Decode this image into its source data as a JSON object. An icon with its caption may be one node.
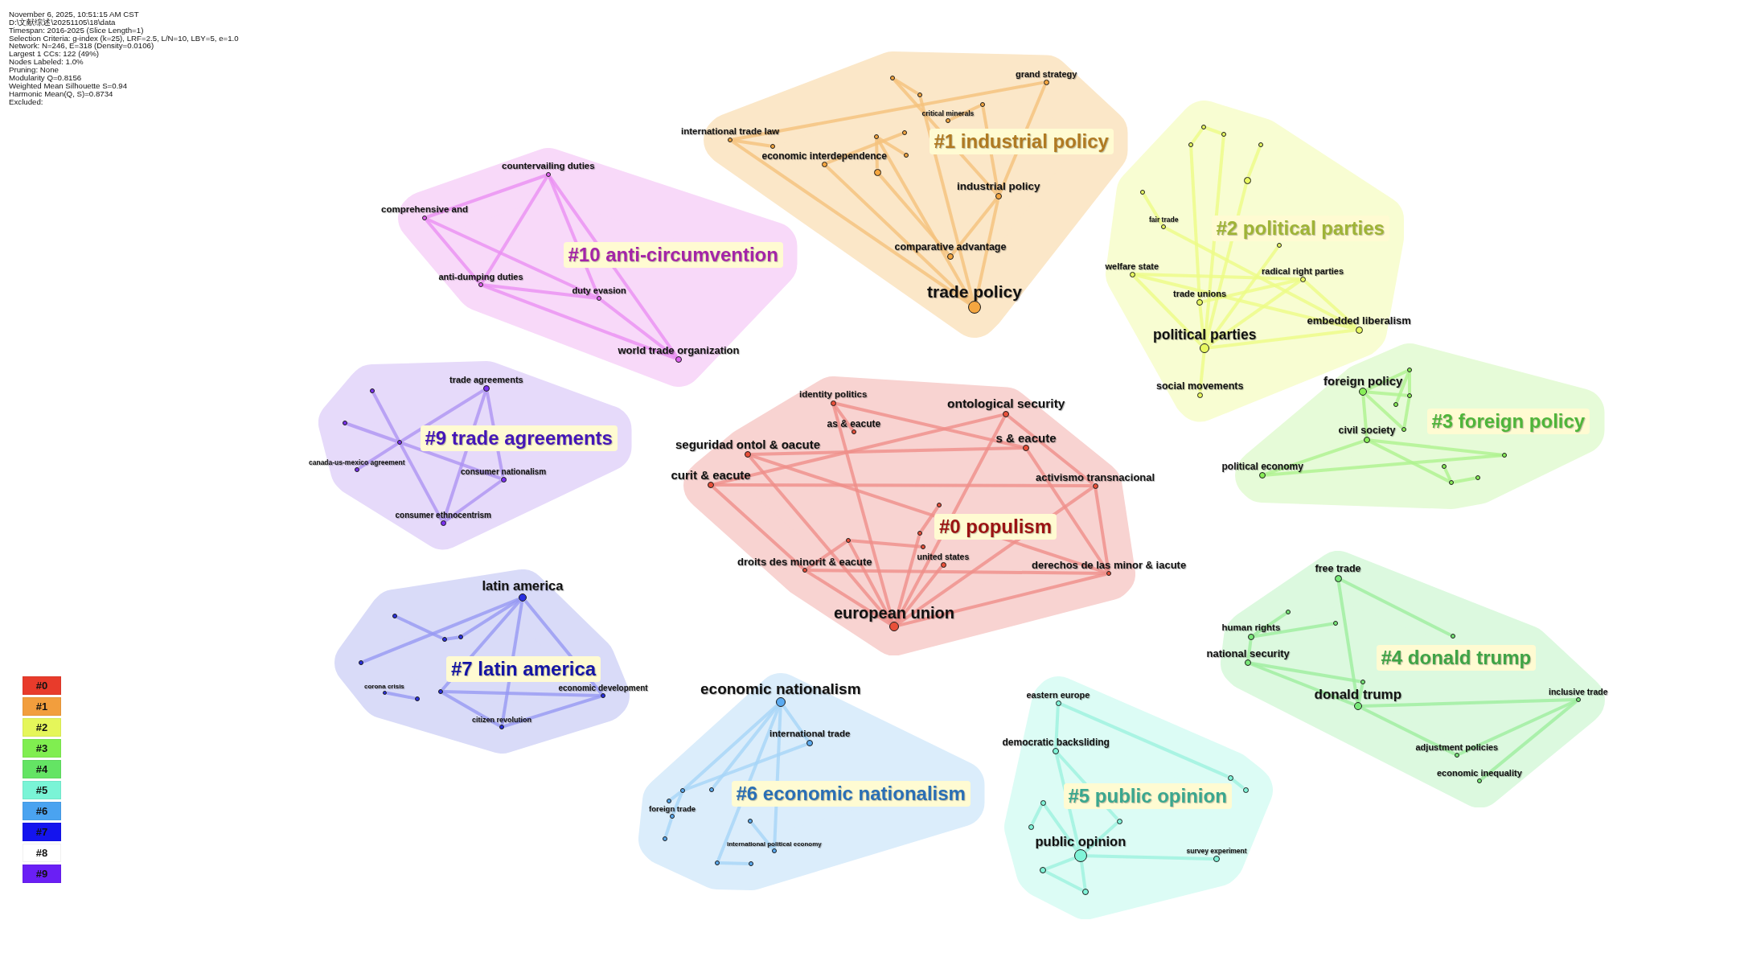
{
  "diagram": {
    "nodes": [
      {
        "text": [
          "#1 industrial policy"
        ]
      },
      {
        "text": [],
        "shape": "circle",
        "in": 0
      },
      {
        "text": [
          "grand strategy"
        ],
        "in": 0
      },
      {
        "text": [],
        "shape": "circle",
        "in": 0
      },
      {
        "text": [],
        "shape": "circle",
        "in": 0
      },
      {
        "text": [
          "critical minerals"
        ],
        "in": 0
      },
      {
        "text": [],
        "shape": "circle",
        "in": 0
      },
      {
        "text": [],
        "shape": "circle",
        "in": 0
      },
      {
        "text": [
          "international trade law"
        ],
        "in": 0
      },
      {
        "text": [],
        "shape": "circle",
        "in": 0
      },
      {
        "text": [],
        "shape": "circle",
        "in": 0
      },
      {
        "text": [
          "economic interdependence"
        ],
        "in": 0
      },
      {
        "text": [],
        "shape": "circle",
        "in": 0
      },
      {
        "text": [
          "industrial policy"
        ],
        "in": 0
      },
      {
        "text": [
          "comparative advantage"
        ],
        "in": 0
      },
      {
        "text": [
          "trade policy"
        ],
        "in": 0
      },
      {
        "text": [
          "#10 anti-circumvention"
        ]
      },
      {
        "text": [
          "countervailing duties"
        ],
        "in": 16
      },
      {
        "text": [
          "comprehensive and"
        ],
        "in": 16
      },
      {
        "text": [
          "anti-dumping duties"
        ],
        "in": 16
      },
      {
        "text": [
          "duty evasion"
        ],
        "in": 16
      },
      {
        "text": [
          "world trade organization"
        ],
        "in": 16
      },
      {
        "text": [
          "#2 political parties"
        ]
      },
      {
        "text": [],
        "shape": "circle",
        "in": 22
      },
      {
        "text": [],
        "shape": "circle",
        "in": 22
      },
      {
        "text": [],
        "shape": "circle",
        "in": 22
      },
      {
        "text": [],
        "shape": "circle",
        "in": 22
      },
      {
        "text": [],
        "shape": "circle",
        "in": 22
      },
      {
        "text": [],
        "shape": "circle",
        "in": 22
      },
      {
        "text": [
          "fair trade"
        ],
        "in": 22
      },
      {
        "text": [],
        "shape": "circle",
        "in": 22
      },
      {
        "text": [
          "welfare state"
        ],
        "in": 22
      },
      {
        "text": [
          "radical right parties"
        ],
        "in": 22
      },
      {
        "text": [
          "trade unions"
        ],
        "in": 22
      },
      {
        "text": [
          "embedded liberalism"
        ],
        "in": 22
      },
      {
        "text": [
          "political parties"
        ],
        "in": 22
      },
      {
        "text": [
          "social movements"
        ],
        "in": 22
      },
      {
        "text": [
          "#9 trade agreements"
        ]
      },
      {
        "text": [],
        "shape": "circle",
        "in": 37
      },
      {
        "text": [
          "trade agreements"
        ],
        "in": 37
      },
      {
        "text": [],
        "shape": "circle",
        "in": 37
      },
      {
        "text": [],
        "shape": "circle",
        "in": 37
      },
      {
        "text": [
          "canada-us-mexico agreement"
        ],
        "in": 37
      },
      {
        "text": [
          "consumer nationalism"
        ],
        "in": 37
      },
      {
        "text": [
          "consumer ethnocentrism"
        ],
        "in": 37
      },
      {
        "text": [
          "#0 populism"
        ]
      },
      {
        "text": [
          "identity politics"
        ],
        "in": 45
      },
      {
        "text": [
          "ontological security"
        ],
        "in": 45
      },
      {
        "text": [
          "as & eacute"
        ],
        "in": 45
      },
      {
        "text": [
          "s & eacute"
        ],
        "in": 45
      },
      {
        "text": [
          "seguridad ontol & oacute"
        ],
        "in": 45
      },
      {
        "text": [
          "curit & eacute"
        ],
        "in": 45
      },
      {
        "text": [
          "activismo transnacional"
        ],
        "in": 45
      },
      {
        "text": [],
        "shape": "circle",
        "in": 45
      },
      {
        "text": [],
        "shape": "circle",
        "in": 45
      },
      {
        "text": [],
        "shape": "circle",
        "in": 45
      },
      {
        "text": [],
        "shape": "circle",
        "in": 45
      },
      {
        "text": [
          "united states"
        ],
        "in": 45
      },
      {
        "text": [
          "droits des minorit & eacute"
        ],
        "in": 45
      },
      {
        "text": [
          "derechos de las minor & iacute"
        ],
        "in": 45
      },
      {
        "text": [
          "european union"
        ],
        "in": 45
      },
      {
        "text": [
          "#3 foreign policy"
        ]
      },
      {
        "text": [],
        "shape": "circle",
        "in": 61
      },
      {
        "text": [
          "foreign policy"
        ],
        "in": 61
      },
      {
        "text": [],
        "shape": "circle",
        "in": 61
      },
      {
        "text": [],
        "shape": "circle",
        "in": 61
      },
      {
        "text": [],
        "shape": "circle",
        "in": 61
      },
      {
        "text": [
          "civil society"
        ],
        "in": 61
      },
      {
        "text": [],
        "shape": "circle",
        "in": 61
      },
      {
        "text": [],
        "shape": "circle",
        "in": 61
      },
      {
        "text": [
          "political economy"
        ],
        "in": 61
      },
      {
        "text": [],
        "shape": "circle",
        "in": 61
      },
      {
        "text": [],
        "shape": "circle",
        "in": 61
      },
      {
        "text": [
          "#7 latin america"
        ]
      },
      {
        "text": [
          "latin america"
        ],
        "in": 73
      },
      {
        "text": [],
        "shape": "circle",
        "in": 73
      },
      {
        "text": [],
        "shape": "circle",
        "in": 73
      },
      {
        "text": [],
        "shape": "circle",
        "in": 73
      },
      {
        "text": [],
        "shape": "circle",
        "in": 73
      },
      {
        "text": [],
        "shape": "circle",
        "in": 73
      },
      {
        "text": [
          "corona crisis"
        ],
        "in": 73
      },
      {
        "text": [
          "economic development"
        ],
        "in": 73
      },
      {
        "text": [],
        "shape": "circle",
        "in": 73
      },
      {
        "text": [
          "citizen revolution"
        ],
        "in": 73
      },
      {
        "text": [
          "#4 donald trump"
        ]
      },
      {
        "text": [
          "free trade"
        ],
        "in": 84
      },
      {
        "text": [],
        "shape": "circle",
        "in": 84
      },
      {
        "text": [],
        "shape": "circle",
        "in": 84
      },
      {
        "text": [
          "human rights"
        ],
        "in": 84
      },
      {
        "text": [],
        "shape": "circle",
        "in": 84
      },
      {
        "text": [
          "national security"
        ],
        "in": 84
      },
      {
        "text": [],
        "shape": "circle",
        "in": 84
      },
      {
        "text": [
          "inclusive trade"
        ],
        "in": 84
      },
      {
        "text": [
          "donald trump"
        ],
        "in": 84
      },
      {
        "text": [
          "adjustment policies"
        ],
        "in": 84
      },
      {
        "text": [
          "economic inequality"
        ],
        "in": 84
      },
      {
        "text": [
          "#6 economic nationalism"
        ]
      },
      {
        "text": [
          "economic nationalism"
        ],
        "in": 96
      },
      {
        "text": [
          "international trade"
        ],
        "in": 96
      },
      {
        "text": [],
        "shape": "circle",
        "in": 96
      },
      {
        "text": [],
        "shape": "circle",
        "in": 96
      },
      {
        "text": [],
        "shape": "circle",
        "in": 96
      },
      {
        "text": [
          "foreign trade"
        ],
        "in": 96
      },
      {
        "text": [],
        "shape": "circle",
        "in": 96
      },
      {
        "text": [],
        "shape": "circle",
        "in": 96
      },
      {
        "text": [
          "international political economy"
        ],
        "in": 96
      },
      {
        "text": [],
        "shape": "circle",
        "in": 96
      },
      {
        "text": [],
        "shape": "circle",
        "in": 96
      },
      {
        "text": [
          "#5 public opinion"
        ]
      },
      {
        "text": [
          "eastern europe"
        ],
        "in": 108
      },
      {
        "text": [
          "democratic backsliding"
        ],
        "in": 108
      },
      {
        "text": [],
        "shape": "circle",
        "in": 108
      },
      {
        "text": [],
        "shape": "circle",
        "in": 108
      },
      {
        "text": [],
        "shape": "circle",
        "in": 108
      },
      {
        "text": [],
        "shape": "circle",
        "in": 108
      },
      {
        "text": [],
        "shape": "circle",
        "in": 108
      },
      {
        "text": [
          "public opinion"
        ],
        "in": 108
      },
      {
        "text": [
          "survey experiment"
        ],
        "in": 108
      },
      {
        "text": [],
        "shape": "circle",
        "in": 108
      },
      {
        "text": [],
        "shape": "circle",
        "in": 108
      }
    ],
    "edges": [
      {
        "from": 15,
        "to": 8,
        "arrow": "none",
        "color": "#f5c27c"
      },
      {
        "from": 15,
        "to": 11,
        "arrow": "none",
        "color": "#f5c27c"
      },
      {
        "from": 15,
        "to": 7,
        "arrow": "none",
        "color": "#f5c27c"
      },
      {
        "from": 15,
        "to": 3,
        "arrow": "none",
        "color": "#f5c27c"
      },
      {
        "from": 15,
        "to": 13,
        "arrow": "none",
        "color": "#f5c27c"
      },
      {
        "from": 8,
        "to": 2,
        "arrow": "none",
        "color": "#f5c27c"
      },
      {
        "from": 8,
        "to": 9,
        "arrow": "none",
        "color": "#f5c27c"
      },
      {
        "from": 11,
        "to": 6,
        "arrow": "none",
        "color": "#f5c27c"
      },
      {
        "from": 7,
        "to": 12,
        "arrow": "none",
        "color": "#f5c27c"
      },
      {
        "from": 7,
        "to": 10,
        "arrow": "none",
        "color": "#f5c27c"
      },
      {
        "from": 12,
        "to": 14,
        "arrow": "none",
        "color": "#f5c27c"
      },
      {
        "from": 14,
        "to": 13,
        "arrow": "none",
        "color": "#f5c27c"
      },
      {
        "from": 4,
        "to": 5,
        "arrow": "none",
        "color": "#f5c27c"
      },
      {
        "from": 4,
        "to": 13,
        "arrow": "none",
        "color": "#f5c27c"
      },
      {
        "from": 13,
        "to": 1,
        "arrow": "none",
        "color": "#f5c27c"
      },
      {
        "from": 13,
        "to": 2,
        "arrow": "none",
        "color": "#f5c27c"
      },
      {
        "from": 1,
        "to": 3,
        "arrow": "none",
        "color": "#f5c27c"
      },
      {
        "from": 17,
        "to": 18,
        "arrow": "none",
        "color": "#ea8ef2"
      },
      {
        "from": 17,
        "to": 19,
        "arrow": "none",
        "color": "#ea8ef2"
      },
      {
        "from": 17,
        "to": 21,
        "arrow": "none",
        "color": "#ea8ef2"
      },
      {
        "from": 17,
        "to": 20,
        "arrow": "none",
        "color": "#ea8ef2"
      },
      {
        "from": 18,
        "to": 19,
        "arrow": "none",
        "color": "#ea8ef2"
      },
      {
        "from": 18,
        "to": 20,
        "arrow": "none",
        "color": "#ea8ef2"
      },
      {
        "from": 19,
        "to": 20,
        "arrow": "none",
        "color": "#ea8ef2"
      },
      {
        "from": 19,
        "to": 21,
        "arrow": "none",
        "color": "#ea8ef2"
      },
      {
        "from": 20,
        "to": 21,
        "arrow": "none",
        "color": "#ea8ef2"
      },
      {
        "from": 35,
        "to": 24,
        "arrow": "none",
        "color": "#ecfb86"
      },
      {
        "from": 35,
        "to": 27,
        "arrow": "none",
        "color": "#ecfb86"
      },
      {
        "from": 35,
        "to": 31,
        "arrow": "none",
        "color": "#ecfb86"
      },
      {
        "from": 35,
        "to": 32,
        "arrow": "none",
        "color": "#ecfb86"
      },
      {
        "from": 35,
        "to": 33,
        "arrow": "none",
        "color": "#ecfb86"
      },
      {
        "from": 35,
        "to": 34,
        "arrow": "none",
        "color": "#ecfb86"
      },
      {
        "from": 35,
        "to": 36,
        "arrow": "none",
        "color": "#ecfb86"
      },
      {
        "from": 35,
        "to": 30,
        "arrow": "none",
        "color": "#ecfb86"
      },
      {
        "from": 23,
        "to": 24,
        "arrow": "none",
        "color": "#ecfb86"
      },
      {
        "from": 23,
        "to": 25,
        "arrow": "none",
        "color": "#ecfb86"
      },
      {
        "from": 26,
        "to": 27,
        "arrow": "none",
        "color": "#ecfb86"
      },
      {
        "from": 28,
        "to": 29,
        "arrow": "none",
        "color": "#ecfb86"
      },
      {
        "from": 29,
        "to": 34,
        "arrow": "none",
        "color": "#ecfb86"
      },
      {
        "from": 31,
        "to": 32,
        "arrow": "none",
        "color": "#ecfb86"
      },
      {
        "from": 31,
        "to": 34,
        "arrow": "none",
        "color": "#ecfb86"
      },
      {
        "from": 32,
        "to": 34,
        "arrow": "none",
        "color": "#ecfb86"
      },
      {
        "from": 32,
        "to": 33,
        "arrow": "none",
        "color": "#ecfb86"
      },
      {
        "from": 33,
        "to": 25,
        "arrow": "none",
        "color": "#ecfb86"
      },
      {
        "from": 39,
        "to": 41,
        "arrow": "none",
        "color": "#ae94f3"
      },
      {
        "from": 39,
        "to": 43,
        "arrow": "none",
        "color": "#ae94f3"
      },
      {
        "from": 39,
        "to": 44,
        "arrow": "none",
        "color": "#ae94f3"
      },
      {
        "from": 38,
        "to": 41,
        "arrow": "none",
        "color": "#ae94f3"
      },
      {
        "from": 41,
        "to": 44,
        "arrow": "none",
        "color": "#ae94f3"
      },
      {
        "from": 40,
        "to": 41,
        "arrow": "none",
        "color": "#ae94f3"
      },
      {
        "from": 41,
        "to": 42,
        "arrow": "none",
        "color": "#ae94f3"
      },
      {
        "from": 41,
        "to": 43,
        "arrow": "none",
        "color": "#ae94f3"
      },
      {
        "from": 43,
        "to": 44,
        "arrow": "none",
        "color": "#ae94f3"
      },
      {
        "from": 60,
        "to": 50,
        "arrow": "none",
        "color": "#ef8e89"
      },
      {
        "from": 60,
        "to": 46,
        "arrow": "none",
        "color": "#ef8e89"
      },
      {
        "from": 60,
        "to": 54,
        "arrow": "none",
        "color": "#ef8e89"
      },
      {
        "from": 60,
        "to": 47,
        "arrow": "none",
        "color": "#ef8e89"
      },
      {
        "from": 60,
        "to": 57,
        "arrow": "none",
        "color": "#ef8e89"
      },
      {
        "from": 60,
        "to": 58,
        "arrow": "none",
        "color": "#ef8e89"
      },
      {
        "from": 60,
        "to": 59,
        "arrow": "none",
        "color": "#ef8e89"
      },
      {
        "from": 60,
        "to": 52,
        "arrow": "none",
        "color": "#ef8e89"
      },
      {
        "from": 60,
        "to": 55,
        "arrow": "none",
        "color": "#ef8e89"
      },
      {
        "from": 50,
        "to": 49,
        "arrow": "none",
        "color": "#ef8e89"
      },
      {
        "from": 50,
        "to": 59,
        "arrow": "none",
        "color": "#ef8e89"
      },
      {
        "from": 51,
        "to": 47,
        "arrow": "none",
        "color": "#ef8e89"
      },
      {
        "from": 51,
        "to": 58,
        "arrow": "none",
        "color": "#ef8e89"
      },
      {
        "from": 51,
        "to": 52,
        "arrow": "none",
        "color": "#ef8e89"
      },
      {
        "from": 46,
        "to": 48,
        "arrow": "none",
        "color": "#ef8e89"
      },
      {
        "from": 46,
        "to": 49,
        "arrow": "none",
        "color": "#ef8e89"
      },
      {
        "from": 47,
        "to": 52,
        "arrow": "none",
        "color": "#ef8e89"
      },
      {
        "from": 49,
        "to": 59,
        "arrow": "none",
        "color": "#ef8e89"
      },
      {
        "from": 52,
        "to": 59,
        "arrow": "none",
        "color": "#ef8e89"
      },
      {
        "from": 58,
        "to": 59,
        "arrow": "none",
        "color": "#ef8e89"
      },
      {
        "from": 58,
        "to": 55,
        "arrow": "none",
        "color": "#ef8e89"
      },
      {
        "from": 55,
        "to": 56,
        "arrow": "none",
        "color": "#ef8e89"
      },
      {
        "from": 53,
        "to": 54,
        "arrow": "none",
        "color": "#ef8e89"
      },
      {
        "from": 63,
        "to": 62,
        "arrow": "none",
        "color": "#aef28f"
      },
      {
        "from": 63,
        "to": 65,
        "arrow": "none",
        "color": "#aef28f"
      },
      {
        "from": 63,
        "to": 67,
        "arrow": "none",
        "color": "#aef28f"
      },
      {
        "from": 63,
        "to": 66,
        "arrow": "none",
        "color": "#aef28f"
      },
      {
        "from": 65,
        "to": 66,
        "arrow": "none",
        "color": "#aef28f"
      },
      {
        "from": 62,
        "to": 65,
        "arrow": "none",
        "color": "#aef28f"
      },
      {
        "from": 64,
        "to": 62,
        "arrow": "none",
        "color": "#aef28f"
      },
      {
        "from": 67,
        "to": 70,
        "arrow": "none",
        "color": "#aef28f"
      },
      {
        "from": 67,
        "to": 68,
        "arrow": "none",
        "color": "#aef28f"
      },
      {
        "from": 67,
        "to": 72,
        "arrow": "none",
        "color": "#aef28f"
      },
      {
        "from": 69,
        "to": 72,
        "arrow": "none",
        "color": "#aef28f"
      },
      {
        "from": 72,
        "to": 71,
        "arrow": "none",
        "color": "#aef28f"
      },
      {
        "from": 70,
        "to": 68,
        "arrow": "none",
        "color": "#aef28f"
      },
      {
        "from": 74,
        "to": 77,
        "arrow": "none",
        "color": "#9699f3"
      },
      {
        "from": 74,
        "to": 78,
        "arrow": "none",
        "color": "#9699f3"
      },
      {
        "from": 74,
        "to": 79,
        "arrow": "none",
        "color": "#9699f3"
      },
      {
        "from": 74,
        "to": 83,
        "arrow": "none",
        "color": "#9699f3"
      },
      {
        "from": 74,
        "to": 81,
        "arrow": "none",
        "color": "#9699f3"
      },
      {
        "from": 75,
        "to": 76,
        "arrow": "none",
        "color": "#9699f3"
      },
      {
        "from": 76,
        "to": 77,
        "arrow": "none",
        "color": "#9699f3"
      },
      {
        "from": 80,
        "to": 82,
        "arrow": "none",
        "color": "#9699f3"
      },
      {
        "from": 79,
        "to": 81,
        "arrow": "none",
        "color": "#9699f3"
      },
      {
        "from": 79,
        "to": 83,
        "arrow": "none",
        "color": "#9699f3"
      },
      {
        "from": 83,
        "to": 81,
        "arrow": "none",
        "color": "#9699f3"
      },
      {
        "from": 85,
        "to": 89,
        "arrow": "none",
        "color": "#9eee9e"
      },
      {
        "from": 85,
        "to": 93,
        "arrow": "none",
        "color": "#9eee9e"
      },
      {
        "from": 88,
        "to": 86,
        "arrow": "none",
        "color": "#9eee9e"
      },
      {
        "from": 88,
        "to": 87,
        "arrow": "none",
        "color": "#9eee9e"
      },
      {
        "from": 88,
        "to": 90,
        "arrow": "none",
        "color": "#9eee9e"
      },
      {
        "from": 90,
        "to": 93,
        "arrow": "none",
        "color": "#9eee9e"
      },
      {
        "from": 90,
        "to": 91,
        "arrow": "none",
        "color": "#9eee9e"
      },
      {
        "from": 93,
        "to": 91,
        "arrow": "none",
        "color": "#9eee9e"
      },
      {
        "from": 93,
        "to": 92,
        "arrow": "none",
        "color": "#9eee9e"
      },
      {
        "from": 93,
        "to": 94,
        "arrow": "none",
        "color": "#9eee9e"
      },
      {
        "from": 92,
        "to": 94,
        "arrow": "none",
        "color": "#9eee9e"
      },
      {
        "from": 92,
        "to": 95,
        "arrow": "none",
        "color": "#9eee9e"
      },
      {
        "from": 97,
        "to": 98,
        "arrow": "none",
        "color": "#a6d5f8"
      },
      {
        "from": 97,
        "to": 100,
        "arrow": "none",
        "color": "#a6d5f8"
      },
      {
        "from": 97,
        "to": 99,
        "arrow": "none",
        "color": "#a6d5f8"
      },
      {
        "from": 97,
        "to": 105,
        "arrow": "none",
        "color": "#a6d5f8"
      },
      {
        "from": 97,
        "to": 106,
        "arrow": "none",
        "color": "#a6d5f8"
      },
      {
        "from": 98,
        "to": 100,
        "arrow": "none",
        "color": "#a6d5f8"
      },
      {
        "from": 100,
        "to": 101,
        "arrow": "none",
        "color": "#a6d5f8"
      },
      {
        "from": 100,
        "to": 102,
        "arrow": "none",
        "color": "#a6d5f8"
      },
      {
        "from": 102,
        "to": 104,
        "arrow": "none",
        "color": "#a6d5f8"
      },
      {
        "from": 103,
        "to": 105,
        "arrow": "none",
        "color": "#a6d5f8"
      },
      {
        "from": 106,
        "to": 107,
        "arrow": "none",
        "color": "#a6d5f8"
      },
      {
        "from": 109,
        "to": 111,
        "arrow": "none",
        "color": "#9cf1df"
      },
      {
        "from": 111,
        "to": 112,
        "arrow": "none",
        "color": "#9cf1df"
      },
      {
        "from": 109,
        "to": 110,
        "arrow": "none",
        "color": "#9cf1df"
      },
      {
        "from": 110,
        "to": 116,
        "arrow": "none",
        "color": "#9cf1df"
      },
      {
        "from": 110,
        "to": 114,
        "arrow": "none",
        "color": "#9cf1df"
      },
      {
        "from": 116,
        "to": 113,
        "arrow": "none",
        "color": "#9cf1df"
      },
      {
        "from": 113,
        "to": 115,
        "arrow": "none",
        "color": "#9cf1df"
      },
      {
        "from": 116,
        "to": 114,
        "arrow": "none",
        "color": "#9cf1df"
      },
      {
        "from": 116,
        "to": 117,
        "arrow": "none",
        "color": "#9cf1df"
      },
      {
        "from": 116,
        "to": 118,
        "arrow": "none",
        "color": "#9cf1df"
      },
      {
        "from": 116,
        "to": 119,
        "arrow": "none",
        "color": "#9cf1df"
      },
      {
        "from": 118,
        "to": 119,
        "arrow": "none",
        "color": "#9cf1df"
      }
    ],
    "labels": [
      "November 6, 2025, 10:51:15 AM CST",
      "D:\\文献综述\\20251105\\18\\data",
      "Timespan: 2016-2025 (Slice Length=1)",
      "Selection Criteria: g-index (k=25), LRF=2.5, L/N=10, LBY=5, e=1.0",
      "Network: N=246, E=318 (Density=0.0106)",
      "Largest 1 CCs: 122 (49%)",
      "Nodes Labeled: 1.0%",
      "Pruning: None",
      "Modularity Q=0.8156",
      "Weighted Mean Silhouette S=0.94",
      "Harmonic Mean(Q, S)=0.8734",
      "Excluded:"
    ],
    "legend": [
      {
        "text": "#0",
        "color": "#e83b2b"
      },
      {
        "text": "#1",
        "color": "#f29e3d"
      },
      {
        "text": "#2",
        "color": "#e5f65a"
      },
      {
        "text": "#3",
        "color": "#80ee50"
      },
      {
        "text": "#4",
        "color": "#64e464"
      },
      {
        "text": "#5",
        "color": "#7af4d6"
      },
      {
        "text": "#6",
        "color": "#4aa3f0"
      },
      {
        "text": "#7",
        "color": "#1414ee"
      },
      {
        "text": "#8",
        "color": "#ffffff"
      },
      {
        "text": "#9",
        "color": "#6a1ff5"
      }
    ]
  }
}
